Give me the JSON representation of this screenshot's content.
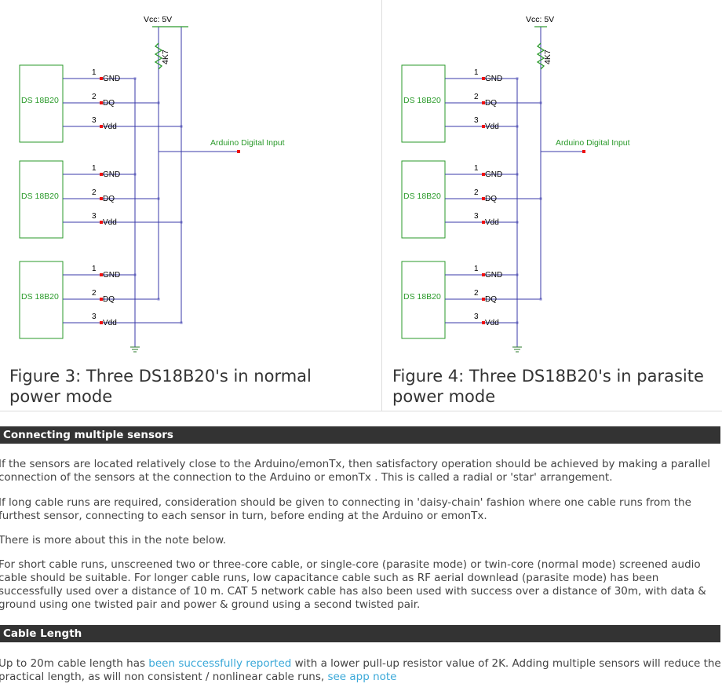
{
  "figures": [
    {
      "mode": "normal",
      "vcc_label": "Vcc: 5V",
      "resistor_label": "4K7",
      "output_label": "Arduino Digital Input",
      "caption": "Figure 3: Three DS18B20's in normal power mode",
      "sensors": [
        {
          "label": "DS 18B20",
          "pins": [
            {
              "num": "1",
              "name": "GND"
            },
            {
              "num": "2",
              "name": "DQ"
            },
            {
              "num": "3",
              "name": "Vdd"
            }
          ]
        },
        {
          "label": "DS 18B20",
          "pins": [
            {
              "num": "1",
              "name": "GND"
            },
            {
              "num": "2",
              "name": "DQ"
            },
            {
              "num": "3",
              "name": "Vdd"
            }
          ]
        },
        {
          "label": "DS 18B20",
          "pins": [
            {
              "num": "1",
              "name": "GND"
            },
            {
              "num": "2",
              "name": "DQ"
            },
            {
              "num": "3",
              "name": "Vdd"
            }
          ]
        }
      ]
    },
    {
      "mode": "parasite",
      "vcc_label": "Vcc: 5V",
      "resistor_label": "4K7",
      "output_label": "Arduino Digital Input",
      "caption": "Figure 4: Three DS18B20's in parasite power mode",
      "sensors": [
        {
          "label": "DS 18B20",
          "pins": [
            {
              "num": "1",
              "name": "GND"
            },
            {
              "num": "2",
              "name": "DQ"
            },
            {
              "num": "3",
              "name": "Vdd"
            }
          ]
        },
        {
          "label": "DS 18B20",
          "pins": [
            {
              "num": "1",
              "name": "GND"
            },
            {
              "num": "2",
              "name": "DQ"
            },
            {
              "num": "3",
              "name": "Vdd"
            }
          ]
        },
        {
          "label": "DS 18B20",
          "pins": [
            {
              "num": "1",
              "name": "GND"
            },
            {
              "num": "2",
              "name": "DQ"
            },
            {
              "num": "3",
              "name": "Vdd"
            }
          ]
        }
      ]
    }
  ],
  "colors": {
    "wire": "#3a3aa8",
    "green": "#2a9a2a",
    "pin": "#ee1111",
    "ground": "#2a7a2a",
    "header_bg": "#333333"
  },
  "sections": {
    "multiple": {
      "title": "Connecting multiple sensors",
      "p1": "If the sensors are located relatively close to the Arduino/emonTx, then satisfactory operation should be achieved by making a parallel connection of the sensors at the connection to the Arduino or emonTx . This is called a radial or 'star' arrangement.",
      "p2": "If long cable runs are required, consideration should be given to connecting in 'daisy-chain' fashion where one cable runs from the furthest sensor, connecting to each sensor in turn, before ending at the Arduino or emonTx.",
      "p3": "There is more about this in the note below.",
      "p4": "For short cable runs, unscreened two or three-core cable, or single-core (parasite mode) or twin-core (normal mode) screened audio cable should be suitable. For longer cable runs, low capacitance cable such as RF aerial downlead (parasite mode) has been successfully used over a distance of 10 m. CAT 5 network cable has also been used with success over a distance of 30m, with data & ground using one twisted pair and power & ground using a second twisted pair."
    },
    "cable": {
      "title": "Cable Length",
      "text_before": "Up to 20m cable length has ",
      "link1": "been successfully reported",
      "text_middle": " with a lower pull-up resistor value of 2K. Adding multiple sensors will reduce the practical length, as will non consistent / nonlinear cable runs, ",
      "link2": "see app note"
    }
  }
}
